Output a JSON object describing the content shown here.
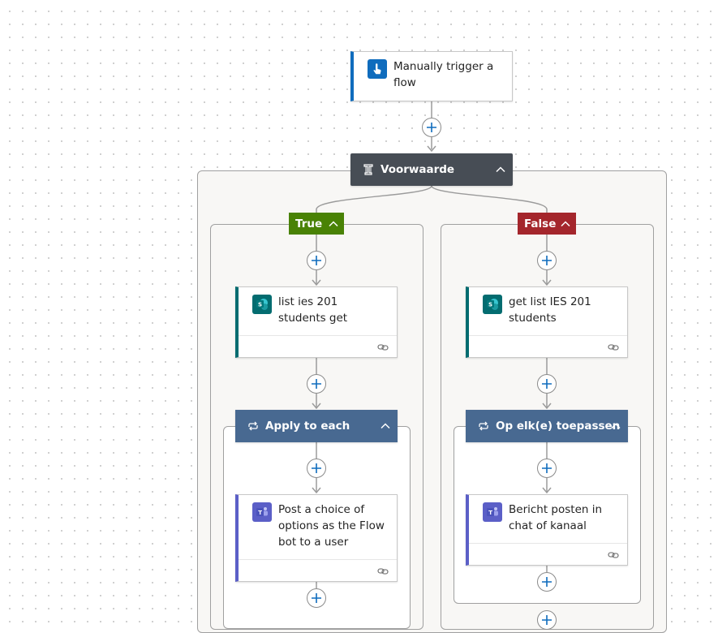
{
  "trigger": {
    "label": "Manually trigger a flow",
    "icon": "touch-icon",
    "accent": "#0f6cbd"
  },
  "condition": {
    "label": "Voorwaarde",
    "icon": "condition-icon",
    "color": "#474d55"
  },
  "true_branch": {
    "label": "True",
    "color": "#498205",
    "action": {
      "label": "list ies 201 students get",
      "icon": "sharepoint-icon",
      "accent": "#036c70"
    },
    "loop": {
      "label": "Apply to each",
      "icon": "loop-icon",
      "color": "#486991",
      "action": {
        "label": "Post a choice of options as the Flow bot to a user",
        "icon": "teams-icon",
        "accent": "#5b5fc7"
      }
    }
  },
  "false_branch": {
    "label": "False",
    "color": "#a4262c",
    "action": {
      "label": "get list IES 201 students",
      "icon": "sharepoint-icon",
      "accent": "#036c70"
    },
    "loop": {
      "label": "Op elk(e) toepassen",
      "icon": "loop-icon",
      "color": "#486991",
      "action": {
        "label": "Bericht posten in chat of kanaal",
        "icon": "teams-icon",
        "accent": "#5b5fc7"
      }
    }
  }
}
